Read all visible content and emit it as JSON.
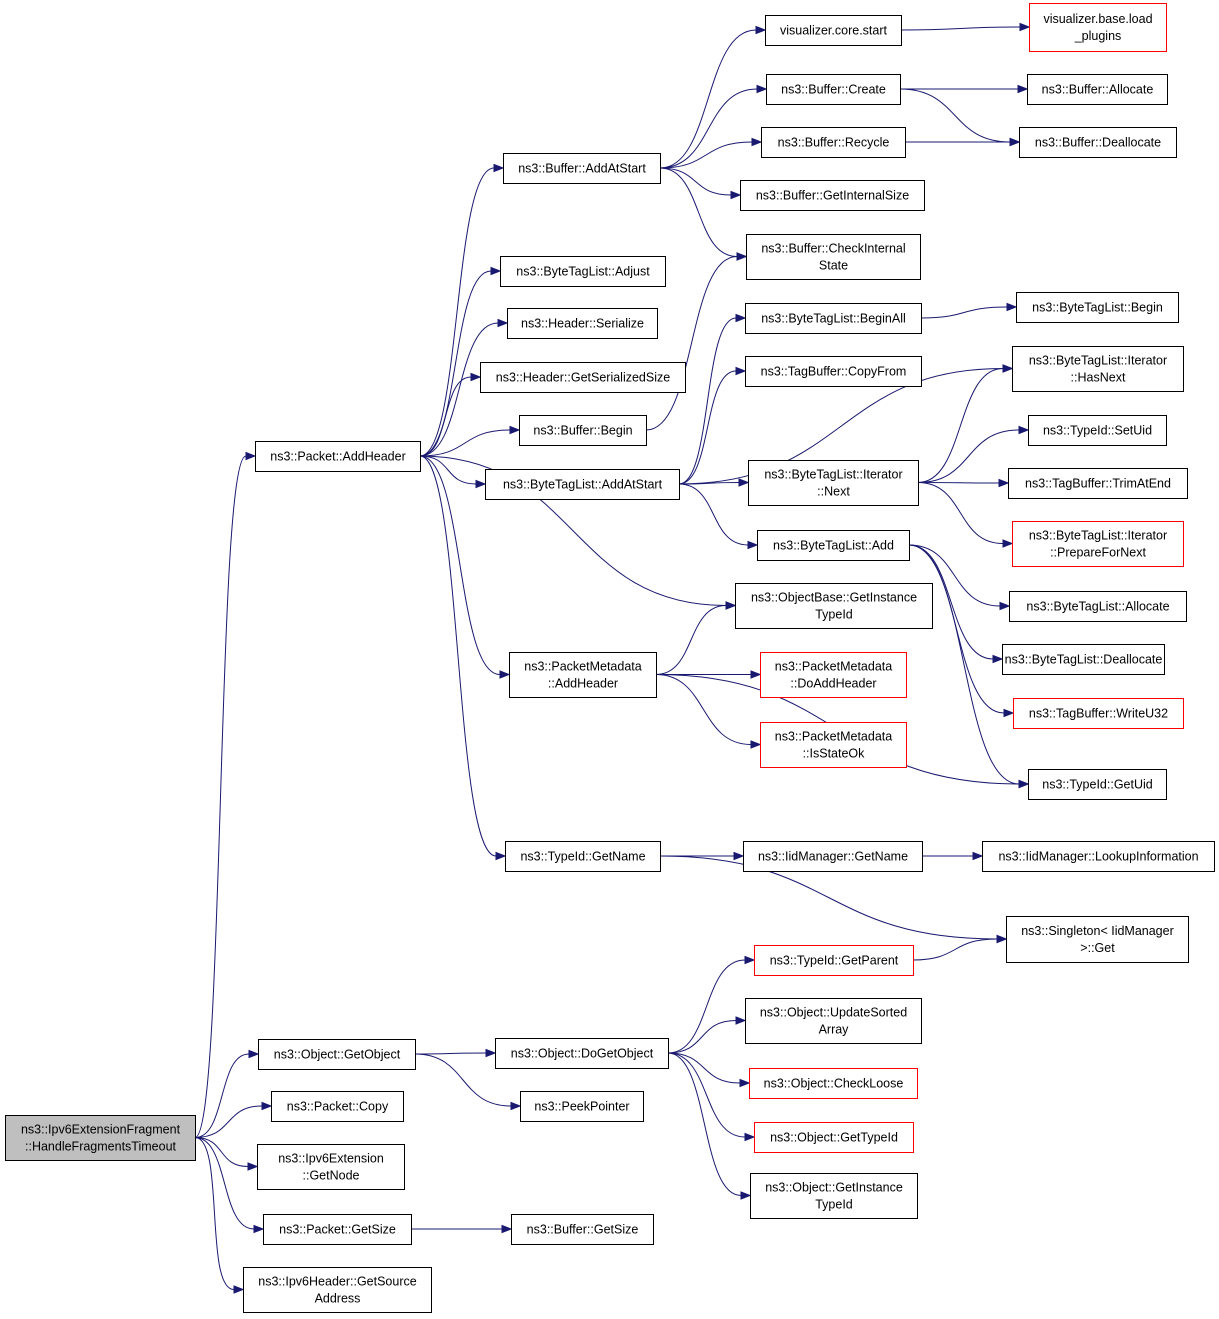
{
  "graph": {
    "edge_color": "#191970",
    "node_border": "#000000",
    "link_border_red": "#ff0000",
    "root_fill": "#bfbfbf",
    "nodes": {
      "root": {
        "lines": [
          "ns3::Ipv6ExtensionFragment",
          "::HandleFragmentsTimeout"
        ],
        "style": "root"
      },
      "packet_addheader": {
        "lines": [
          "ns3::Packet::AddHeader"
        ]
      },
      "object_getobject": {
        "lines": [
          "ns3::Object::GetObject"
        ]
      },
      "packet_copy": {
        "lines": [
          "ns3::Packet::Copy"
        ]
      },
      "ipv6ext_getnode": {
        "lines": [
          "ns3::Ipv6Extension",
          "::GetNode"
        ]
      },
      "packet_getsize": {
        "lines": [
          "ns3::Packet::GetSize"
        ]
      },
      "ipv6header_getsrc": {
        "lines": [
          "ns3::Ipv6Header::GetSource",
          "Address"
        ]
      },
      "buffer_addatstart": {
        "lines": [
          "ns3::Buffer::AddAtStart"
        ]
      },
      "btl_adjust": {
        "lines": [
          "ns3::ByteTagList::Adjust"
        ]
      },
      "header_serialize": {
        "lines": [
          "ns3::Header::Serialize"
        ]
      },
      "header_getsersize": {
        "lines": [
          "ns3::Header::GetSerializedSize"
        ]
      },
      "buffer_begin": {
        "lines": [
          "ns3::Buffer::Begin"
        ]
      },
      "btl_addatstart": {
        "lines": [
          "ns3::ByteTagList::AddAtStart"
        ]
      },
      "pm_addheader": {
        "lines": [
          "ns3::PacketMetadata",
          "::AddHeader"
        ]
      },
      "typeid_getname": {
        "lines": [
          "ns3::TypeId::GetName"
        ]
      },
      "object_dogetobject": {
        "lines": [
          "ns3::Object::DoGetObject"
        ]
      },
      "peekpointer": {
        "lines": [
          "ns3::PeekPointer"
        ]
      },
      "buffer_getsize": {
        "lines": [
          "ns3::Buffer::GetSize"
        ]
      },
      "viz_core_start": {
        "lines": [
          "visualizer.core.start"
        ]
      },
      "buffer_create": {
        "lines": [
          "ns3::Buffer::Create"
        ]
      },
      "buffer_recycle": {
        "lines": [
          "ns3::Buffer::Recycle"
        ]
      },
      "buffer_getinternalsize": {
        "lines": [
          "ns3::Buffer::GetInternalSize"
        ]
      },
      "buffer_checkinternal": {
        "lines": [
          "ns3::Buffer::CheckInternal",
          "State"
        ]
      },
      "btl_beginall": {
        "lines": [
          "ns3::ByteTagList::BeginAll"
        ]
      },
      "tagbuffer_copyfrom": {
        "lines": [
          "ns3::TagBuffer::CopyFrom"
        ]
      },
      "btl_iter_next": {
        "lines": [
          "ns3::ByteTagList::Iterator",
          "::Next"
        ]
      },
      "btl_add": {
        "lines": [
          "ns3::ByteTagList::Add"
        ]
      },
      "objectbase_getinsttid": {
        "lines": [
          "ns3::ObjectBase::GetInstance",
          "TypeId"
        ]
      },
      "pm_doaddheader": {
        "lines": [
          "ns3::PacketMetadata",
          "::DoAddHeader"
        ],
        "style": "red"
      },
      "pm_isstateok": {
        "lines": [
          "ns3::PacketMetadata",
          "::IsStateOk"
        ],
        "style": "red"
      },
      "iidmanager_getname": {
        "lines": [
          "ns3::IidManager::GetName"
        ]
      },
      "typeid_getparent": {
        "lines": [
          "ns3::TypeId::GetParent"
        ],
        "style": "red"
      },
      "object_updatesorted": {
        "lines": [
          "ns3::Object::UpdateSorted",
          "Array"
        ]
      },
      "object_checkloose": {
        "lines": [
          "ns3::Object::CheckLoose"
        ],
        "style": "red"
      },
      "object_gettypeid": {
        "lines": [
          "ns3::Object::GetTypeId"
        ],
        "style": "red"
      },
      "object_getinsttid": {
        "lines": [
          "ns3::Object::GetInstance",
          "TypeId"
        ]
      },
      "viz_base_load": {
        "lines": [
          "visualizer.base.load",
          "_plugins"
        ],
        "style": "red"
      },
      "buffer_allocate": {
        "lines": [
          "ns3::Buffer::Allocate"
        ]
      },
      "buffer_deallocate": {
        "lines": [
          "ns3::Buffer::Deallocate"
        ]
      },
      "btl_begin": {
        "lines": [
          "ns3::ByteTagList::Begin"
        ]
      },
      "btl_iter_hasnext": {
        "lines": [
          "ns3::ByteTagList::Iterator",
          "::HasNext"
        ]
      },
      "typeid_setuid": {
        "lines": [
          "ns3::TypeId::SetUid"
        ]
      },
      "tagbuffer_trimatend": {
        "lines": [
          "ns3::TagBuffer::TrimAtEnd"
        ]
      },
      "btl_iter_prepare": {
        "lines": [
          "ns3::ByteTagList::Iterator",
          "::PrepareForNext"
        ],
        "style": "red"
      },
      "btl_allocate": {
        "lines": [
          "ns3::ByteTagList::Allocate"
        ]
      },
      "btl_deallocate": {
        "lines": [
          "ns3::ByteTagList::Deallocate"
        ]
      },
      "tagbuffer_writeu32": {
        "lines": [
          "ns3::TagBuffer::WriteU32"
        ],
        "style": "red"
      },
      "typeid_getuid": {
        "lines": [
          "ns3::TypeId::GetUid"
        ]
      },
      "iidmanager_lookup": {
        "lines": [
          "ns3::IidManager::LookupInformation"
        ]
      },
      "singleton_get": {
        "lines": [
          "ns3::Singleton< IidManager",
          ">::Get"
        ]
      }
    },
    "edges": [
      [
        "root",
        "packet_addheader"
      ],
      [
        "root",
        "object_getobject"
      ],
      [
        "root",
        "packet_copy"
      ],
      [
        "root",
        "ipv6ext_getnode"
      ],
      [
        "root",
        "packet_getsize"
      ],
      [
        "root",
        "ipv6header_getsrc"
      ],
      [
        "packet_addheader",
        "buffer_addatstart"
      ],
      [
        "packet_addheader",
        "btl_adjust"
      ],
      [
        "packet_addheader",
        "header_serialize"
      ],
      [
        "packet_addheader",
        "header_getsersize"
      ],
      [
        "packet_addheader",
        "buffer_begin"
      ],
      [
        "packet_addheader",
        "btl_addatstart"
      ],
      [
        "packet_addheader",
        "objectbase_getinsttid"
      ],
      [
        "packet_addheader",
        "pm_addheader"
      ],
      [
        "packet_addheader",
        "typeid_getname"
      ],
      [
        "buffer_addatstart",
        "viz_core_start"
      ],
      [
        "buffer_addatstart",
        "buffer_create"
      ],
      [
        "buffer_addatstart",
        "buffer_recycle"
      ],
      [
        "buffer_addatstart",
        "buffer_getinternalsize"
      ],
      [
        "buffer_addatstart",
        "buffer_checkinternal"
      ],
      [
        "viz_core_start",
        "viz_base_load"
      ],
      [
        "buffer_create",
        "buffer_allocate"
      ],
      [
        "buffer_create",
        "buffer_deallocate"
      ],
      [
        "buffer_recycle",
        "buffer_deallocate"
      ],
      [
        "buffer_begin",
        "buffer_checkinternal"
      ],
      [
        "btl_addatstart",
        "btl_beginall"
      ],
      [
        "btl_addatstart",
        "tagbuffer_copyfrom"
      ],
      [
        "btl_addatstart",
        "btl_iter_hasnext"
      ],
      [
        "btl_addatstart",
        "btl_iter_next"
      ],
      [
        "btl_addatstart",
        "btl_add"
      ],
      [
        "btl_beginall",
        "btl_begin"
      ],
      [
        "btl_iter_next",
        "btl_iter_hasnext"
      ],
      [
        "btl_iter_next",
        "typeid_setuid"
      ],
      [
        "btl_iter_next",
        "tagbuffer_trimatend"
      ],
      [
        "btl_iter_next",
        "btl_iter_prepare"
      ],
      [
        "btl_add",
        "btl_allocate"
      ],
      [
        "btl_add",
        "btl_deallocate"
      ],
      [
        "btl_add",
        "tagbuffer_writeu32"
      ],
      [
        "btl_add",
        "typeid_getuid"
      ],
      [
        "pm_addheader",
        "objectbase_getinsttid"
      ],
      [
        "pm_addheader",
        "pm_doaddheader"
      ],
      [
        "pm_addheader",
        "pm_isstateok"
      ],
      [
        "pm_addheader",
        "typeid_getuid"
      ],
      [
        "typeid_getname",
        "iidmanager_getname"
      ],
      [
        "typeid_getname",
        "singleton_get"
      ],
      [
        "iidmanager_getname",
        "iidmanager_lookup"
      ],
      [
        "object_getobject",
        "object_dogetobject"
      ],
      [
        "object_getobject",
        "peekpointer"
      ],
      [
        "object_dogetobject",
        "typeid_getparent"
      ],
      [
        "object_dogetobject",
        "object_updatesorted"
      ],
      [
        "object_dogetobject",
        "object_checkloose"
      ],
      [
        "object_dogetobject",
        "object_gettypeid"
      ],
      [
        "object_dogetobject",
        "object_getinsttid"
      ],
      [
        "typeid_getparent",
        "singleton_get"
      ],
      [
        "packet_getsize",
        "buffer_getsize"
      ]
    ]
  }
}
